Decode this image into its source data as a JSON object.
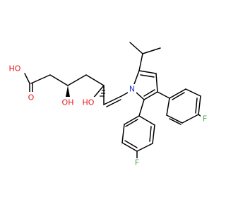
{
  "molecule": {
    "atom_labels": {
      "hydroxyl_acid": "HO",
      "carbonyl_oxygen": "O",
      "hydroxyl_3": "OH",
      "hydroxyl_5": "HO",
      "pyrrole_nitrogen": "N",
      "fluorine_upper": "F",
      "fluorine_lower": "F"
    },
    "colors": {
      "oxygen": "#e8161b",
      "nitrogen": "#1f3ccf",
      "fluorine": "#3fa94a",
      "bond": "#000000"
    }
  }
}
